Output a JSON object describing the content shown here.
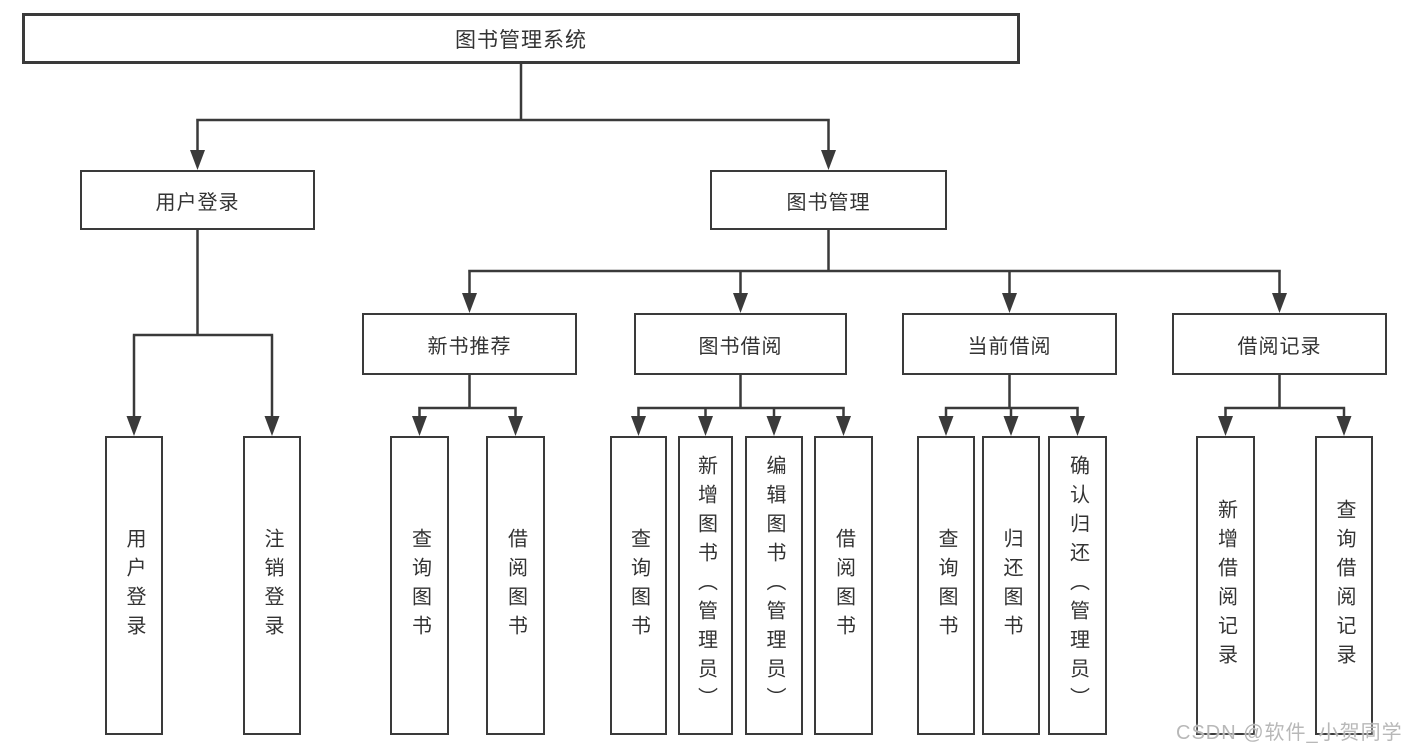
{
  "colors": {
    "background": "#ffffff",
    "line": "#3a3a3a",
    "box_border": "#3a3a3a",
    "text": "#333333",
    "watermark": "#b8b8b8"
  },
  "watermark": {
    "text": "CSDN @软件_小贺同学"
  },
  "tree": {
    "label": "图书管理系统",
    "children": [
      {
        "label": "用户登录",
        "children": [
          {
            "label": "用户登录"
          },
          {
            "label": "注销登录"
          }
        ]
      },
      {
        "label": "图书管理",
        "children": [
          {
            "label": "新书推荐",
            "children": [
              {
                "label": "查询图书"
              },
              {
                "label": "借阅图书"
              }
            ]
          },
          {
            "label": "图书借阅",
            "children": [
              {
                "label": "查询图书"
              },
              {
                "label": "新增图书（管理员）"
              },
              {
                "label": "编辑图书（管理员）"
              },
              {
                "label": "借阅图书"
              }
            ]
          },
          {
            "label": "当前借阅",
            "children": [
              {
                "label": "查询图书"
              },
              {
                "label": "归还图书"
              },
              {
                "label": "确认归还（管理员）"
              }
            ]
          },
          {
            "label": "借阅记录",
            "children": [
              {
                "label": "新增借阅记录"
              },
              {
                "label": "查询借阅记录"
              }
            ]
          }
        ]
      }
    ]
  }
}
